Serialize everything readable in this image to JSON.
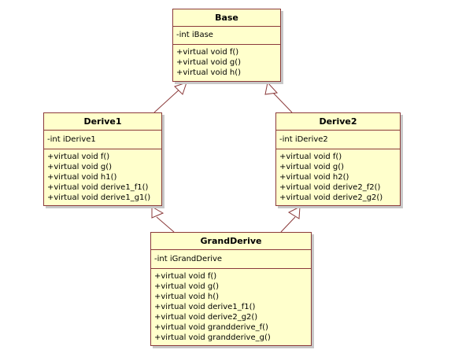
{
  "classes": {
    "base": {
      "name": "Base",
      "attributes": [
        "-int iBase"
      ],
      "operations": [
        "+virtual void f()",
        "+virtual void g()",
        "+virtual void h()"
      ]
    },
    "derive1": {
      "name": "Derive1",
      "attributes": [
        "-int iDerive1"
      ],
      "operations": [
        "+virtual void f()",
        "+virtual void g()",
        "+virtual void h1()",
        "+virtual void derive1_f1()",
        "+virtual void derive1_g1()"
      ]
    },
    "derive2": {
      "name": "Derive2",
      "attributes": [
        "-int iDerive2"
      ],
      "operations": [
        "+virtual void f()",
        "+virtual void g()",
        "+virtual void h2()",
        "+virtual void derive2_f2()",
        "+virtual void derive2_g2()"
      ]
    },
    "grandderive": {
      "name": "GrandDerive",
      "attributes": [
        "-int iGrandDerive"
      ],
      "operations": [
        "+virtual void f()",
        "+virtual void g()",
        "+virtual void h()",
        "+virtual void derive1_f1()",
        "+virtual void derive2_g2()",
        "+virtual void grandderive_f()",
        "+virtual void grandderive_g()"
      ]
    }
  },
  "colors": {
    "box_fill": "#ffffcc",
    "box_border": "#8b3a3a",
    "connector": "#8b3a3a"
  }
}
